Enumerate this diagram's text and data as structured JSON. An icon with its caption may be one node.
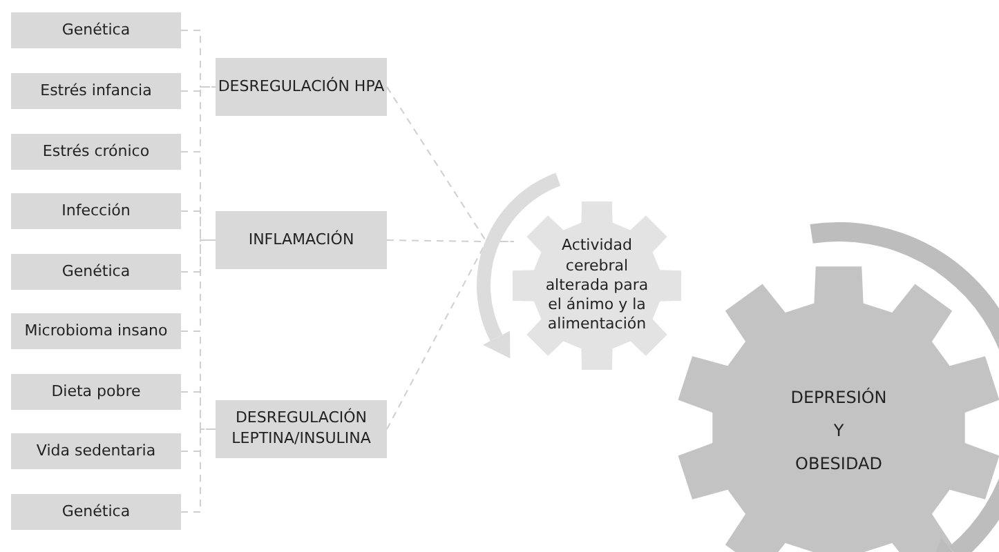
{
  "diagram": {
    "nodes": [
      {
        "text": [
          "Genética"
        ]
      },
      {
        "text": [
          "Estrés infancia"
        ]
      },
      {
        "text": [
          "Estrés crónico"
        ]
      },
      {
        "text": [
          "Infección"
        ]
      },
      {
        "text": [
          "Genética"
        ]
      },
      {
        "text": [
          "Microbioma insano"
        ]
      },
      {
        "text": [
          "Dieta pobre"
        ]
      },
      {
        "text": [
          "Vida sedentaria"
        ]
      },
      {
        "text": [
          "Genética"
        ]
      },
      {
        "text": [
          "DESREGULACIÓN HPA"
        ]
      },
      {
        "text": [
          "INFLAMACIÓN"
        ]
      },
      {
        "text": [
          "DESREGULACIÓN LEPTINA/INSULINA"
        ]
      },
      {
        "text": [
          "Actividad cerebral alterada para el ánimo y la alimentación"
        ]
      },
      {
        "text": [
          "DEPRESIÓN",
          "Y",
          "OBESIDAD"
        ]
      }
    ],
    "edges": [
      {
        "from": 0,
        "to": 9,
        "arrow": "none",
        "style": "dashed"
      },
      {
        "from": 1,
        "to": 9,
        "arrow": "none",
        "style": "dashed"
      },
      {
        "from": 2,
        "to": 9,
        "arrow": "none",
        "style": "dashed"
      },
      {
        "from": 2,
        "to": 10,
        "arrow": "none",
        "style": "dashed"
      },
      {
        "from": 3,
        "to": 10,
        "arrow": "none",
        "style": "dashed"
      },
      {
        "from": 4,
        "to": 10,
        "arrow": "none",
        "style": "dashed"
      },
      {
        "from": 5,
        "to": 10,
        "arrow": "none",
        "style": "dashed"
      },
      {
        "from": 5,
        "to": 11,
        "arrow": "none",
        "style": "dashed"
      },
      {
        "from": 6,
        "to": 11,
        "arrow": "none",
        "style": "dashed"
      },
      {
        "from": 7,
        "to": 11,
        "arrow": "none",
        "style": "dashed"
      },
      {
        "from": 8,
        "to": 11,
        "arrow": "none",
        "style": "dashed"
      },
      {
        "from": 9,
        "to": 12,
        "arrow": "none",
        "style": "dashed"
      },
      {
        "from": 10,
        "to": 12,
        "arrow": "none",
        "style": "dashed"
      },
      {
        "from": 11,
        "to": 12,
        "arrow": "none",
        "style": "dashed"
      }
    ]
  }
}
